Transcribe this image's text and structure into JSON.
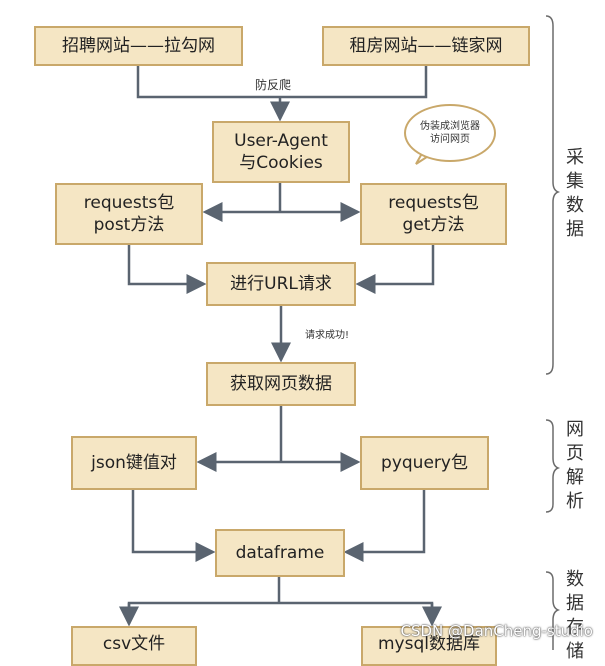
{
  "nodes": {
    "lagou": "招聘网站——拉勾网",
    "lianjia": "租房网站——链家网",
    "ua": "User-Agent\n与Cookies",
    "post": "requests包\npost方法",
    "get": "requests包\nget方法",
    "url_req": "进行URL请求",
    "fetch": "获取网页数据",
    "json": "json键值对",
    "pyquery": "pyquery包",
    "dataframe": "dataframe",
    "csv": "csv文件",
    "mysql": "mysql数据库"
  },
  "labels": {
    "anti_crawl": "防反爬",
    "request_ok": "请求成功!",
    "bubble": "伪装成浏览器\n访问网页"
  },
  "sections": {
    "collect": "采\n集\n数\n据",
    "parse": "网\n页\n解\n析",
    "store": "数\n据\n存\n储"
  },
  "watermark": "CSDN @DanCheng-studio",
  "colors": {
    "box_fill": "#f5e6c4",
    "box_border": "#c9a86a",
    "line": "#5a6470"
  }
}
